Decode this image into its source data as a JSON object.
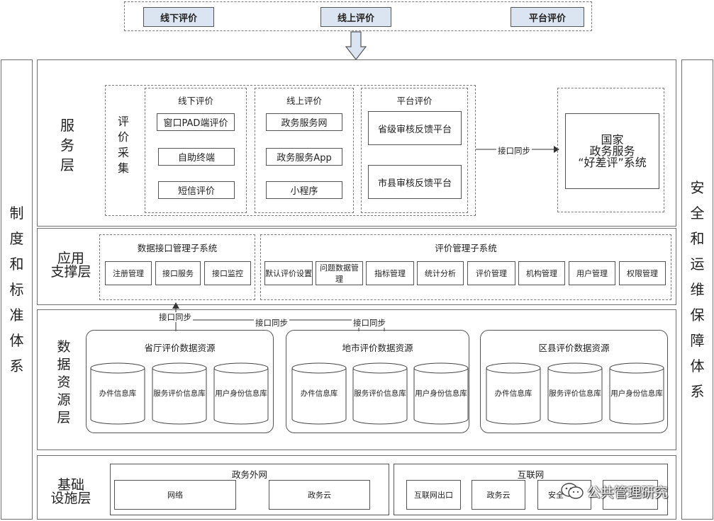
{
  "top_bar": {
    "items": [
      "线下评价",
      "线上评价",
      "平台评价"
    ]
  },
  "left_side": {
    "label": [
      "制",
      "度",
      "和",
      "标",
      "准",
      "体",
      "系"
    ]
  },
  "right_side": {
    "label": [
      "安",
      "全",
      "和",
      "运",
      "维",
      "保",
      "障",
      "体",
      "系"
    ]
  },
  "service_layer": {
    "name": [
      "服",
      "务",
      "层"
    ],
    "collect_label": [
      "评",
      "价",
      "采",
      "集"
    ],
    "offline": {
      "title": "线下评价",
      "items": [
        "窗口PAD端评价",
        "自助终端",
        "短信评价"
      ]
    },
    "online": {
      "title": "线上评价",
      "items": [
        "政务服务网",
        "政务服务App",
        "小程序"
      ]
    },
    "platform": {
      "title": "平台评价",
      "items": [
        "省级审核反馈平台",
        "市县审核反馈平台"
      ]
    },
    "sync_label": "接口同步",
    "national": {
      "lines": [
        "国家",
        "政务服务",
        "“好差评”系统"
      ]
    }
  },
  "app_layer": {
    "name": [
      "应用",
      "支撑层"
    ],
    "interface_mgmt": {
      "title": "数据接口管理子系统",
      "items": [
        "注册管理",
        "接口服务",
        "接口监控"
      ]
    },
    "eval_mgmt": {
      "title": "评价管理子系统",
      "items": [
        "默认评价设置",
        "问题数据管理",
        "指标管理",
        "统计分析",
        "评价管理",
        "机构管理",
        "用户管理",
        "权限管理"
      ]
    }
  },
  "data_layer": {
    "name": [
      "数",
      "据",
      "资",
      "源",
      "层"
    ],
    "sync_labels": [
      "接口同步",
      "接口同步",
      "接口同步"
    ],
    "groups": [
      {
        "title": "省厅评价数据资源",
        "dbs": [
          "办件信息库",
          "服务评价信息库",
          "用户身份信息库"
        ]
      },
      {
        "title": "地市评价数据资源",
        "dbs": [
          "办件信息库",
          "服务评价信息库",
          "用户身份信息库"
        ]
      },
      {
        "title": "区县评价数据资源",
        "dbs": [
          "办件信息库",
          "服务评价信息库",
          "用户身份信息库"
        ]
      }
    ]
  },
  "infra_layer": {
    "name": [
      "基础",
      "设施层"
    ],
    "gov_net": {
      "title": "政务外网",
      "items": [
        "网络",
        "政务云"
      ]
    },
    "internet": {
      "title": "互联网",
      "items": [
        "互联网出口",
        "政务云",
        "安全"
      ]
    }
  },
  "watermark": "公共管理研究",
  "colors": {
    "tab_fill": "#dbe5f1",
    "border": "#555555"
  }
}
